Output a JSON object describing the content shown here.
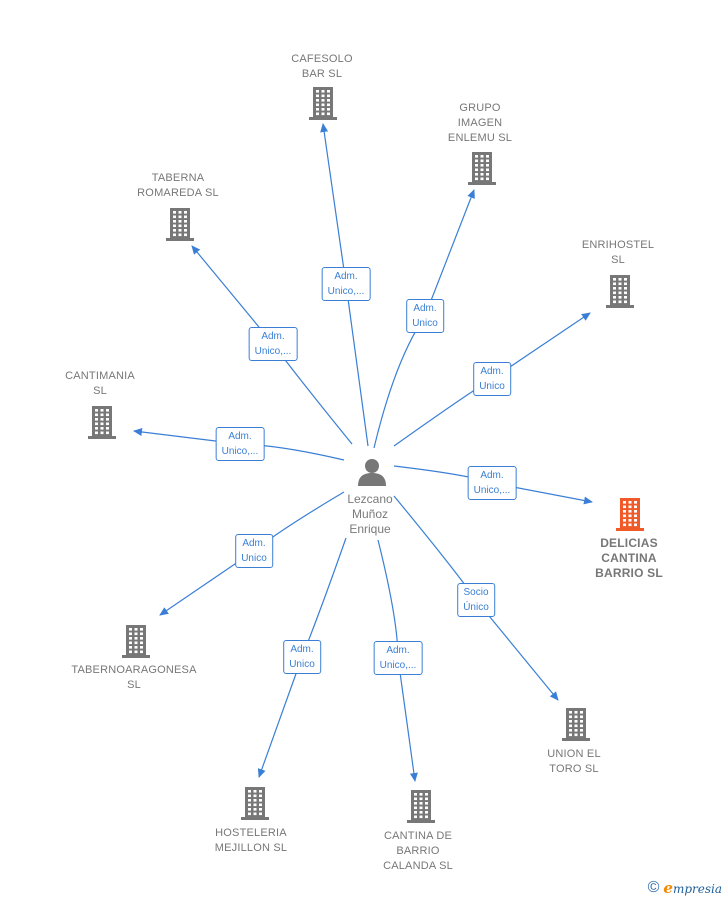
{
  "center": {
    "name": "Lezcano\nMuñoz\nEnrique",
    "icon": "person-icon"
  },
  "colors": {
    "edge": "#3a7fd5",
    "building": "#777777",
    "highlight": "#f05a28",
    "text": "#777777"
  },
  "companies": [
    {
      "id": "cafesolo",
      "name": "CAFESOLO\nBAR  SL",
      "relation": "Adm.\nUnico,...",
      "highlight": false
    },
    {
      "id": "grupo-imagen",
      "name": "GRUPO\nIMAGEN\nENLEMU SL",
      "relation": "Adm.\nUnico",
      "highlight": false
    },
    {
      "id": "enrihostel",
      "name": "ENRIHOSTEL\nSL",
      "relation": "Adm.\nUnico",
      "highlight": false
    },
    {
      "id": "delicias",
      "name": "DELICIAS\nCANTINA\nBARRIO  SL",
      "relation": "Adm.\nUnico,...",
      "highlight": true
    },
    {
      "id": "union-toro",
      "name": "UNION EL\nTORO SL",
      "relation": "Socio\nÚnico",
      "highlight": false
    },
    {
      "id": "cantina-barrio",
      "name": "CANTINA DE\nBARRIO\nCALANDA  SL",
      "relation": "Adm.\nUnico,...",
      "highlight": false
    },
    {
      "id": "hosteleria",
      "name": "HOSTELERIA\nMEJILLON SL",
      "relation": "Adm.\nUnico",
      "highlight": false
    },
    {
      "id": "tabernoaragonesa",
      "name": "TABERNOARAGONESA\nSL",
      "relation": "Adm.\nUnico",
      "highlight": false
    },
    {
      "id": "cantimania",
      "name": "CANTIMANIA\nSL",
      "relation": "Adm.\nUnico,...",
      "highlight": false
    },
    {
      "id": "taberna-romareda",
      "name": "TABERNA\nROMAREDA  SL",
      "relation": "Adm.\nUnico,...",
      "highlight": false
    }
  ],
  "footer": {
    "copyright": "©",
    "brand_initial": "e",
    "brand_rest": "mpresia"
  }
}
